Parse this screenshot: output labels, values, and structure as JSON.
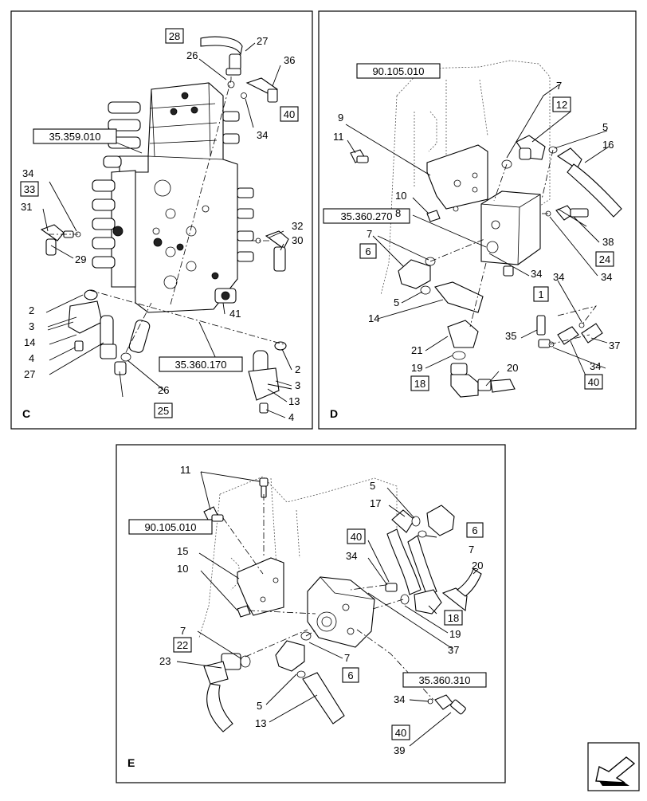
{
  "panels": {
    "C": {
      "letter": "C",
      "refs": [
        "35.359.010",
        "35.360.170"
      ],
      "callouts": [
        "27",
        "26",
        "36",
        "34",
        "31",
        "29",
        "32",
        "30",
        "2",
        "3",
        "14",
        "4",
        "27",
        "41",
        "26",
        "2",
        "3",
        "13",
        "4"
      ],
      "boxed": [
        "28",
        "40",
        "33",
        "25"
      ]
    },
    "D": {
      "letter": "D",
      "refs": [
        "90.105.010",
        "35.360.270"
      ],
      "callouts": [
        "7",
        "5",
        "16",
        "9",
        "11",
        "10",
        "8",
        "7",
        "5",
        "14",
        "34",
        "38",
        "34",
        "35",
        "37",
        "34",
        "21",
        "19",
        "20"
      ],
      "boxed": [
        "12",
        "6",
        "24",
        "1",
        "40",
        "18"
      ]
    },
    "E": {
      "letter": "E",
      "refs": [
        "90.105.010",
        "35.360.310"
      ],
      "callouts": [
        "11",
        "5",
        "17",
        "7",
        "15",
        "10",
        "34",
        "20",
        "19",
        "37",
        "7",
        "23",
        "7",
        "5",
        "13",
        "34",
        "39"
      ],
      "boxed": [
        "40",
        "6",
        "18",
        "22",
        "6",
        "40"
      ]
    }
  },
  "nav_icon": "arrow-icon"
}
